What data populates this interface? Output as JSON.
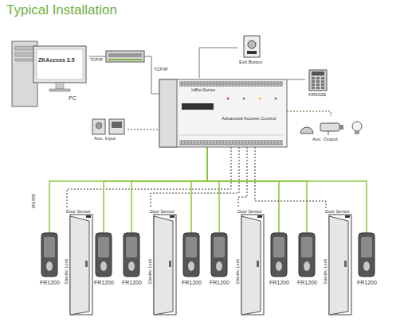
{
  "diagram": {
    "title": "Typical Installation",
    "nodes": [
      {
        "text": [
          "ZKAccess 3.5",
          "PC"
        ]
      },
      {
        "text": [
          "Exit Button"
        ]
      },
      {
        "text": [
          "KR602E"
        ]
      },
      {
        "text": [
          "InBio-Series",
          "Advanced Access Control"
        ]
      },
      {
        "text": [
          "Aux. Input"
        ]
      },
      {
        "text": [
          "Aux. Output"
        ]
      },
      {
        "text": [
          "FR1200"
        ]
      },
      {
        "text": [
          "Door Sensor",
          "Electric Lock"
        ]
      },
      {
        "text": [
          "FR1200"
        ]
      },
      {
        "text": [
          "FR1200"
        ]
      },
      {
        "text": [
          "Door Sensor",
          "Electric Lock"
        ]
      },
      {
        "text": [
          "FR1200"
        ]
      },
      {
        "text": [
          "FR1200"
        ]
      },
      {
        "text": [
          "Door Sensor",
          "Electric Lock"
        ]
      },
      {
        "text": [
          "FR1200"
        ]
      },
      {
        "text": [
          "FR1200"
        ]
      },
      {
        "text": [
          "Door Sensor",
          "Electric Lock"
        ]
      },
      {
        "text": [
          "FR1200"
        ]
      }
    ],
    "edges": [
      {
        "from": 0,
        "to": 3,
        "arrow": "none",
        "label": "TCP/IP"
      },
      {
        "from": 3,
        "to": 1,
        "arrow": "none"
      },
      {
        "from": 3,
        "to": 2,
        "arrow": "none"
      },
      {
        "from": 4,
        "to": 3,
        "arrow": "none"
      },
      {
        "from": 3,
        "to": 5,
        "arrow": "none"
      },
      {
        "from": 3,
        "to": 6,
        "arrow": "none"
      },
      {
        "from": 3,
        "to": 7,
        "arrow": "none"
      },
      {
        "from": 3,
        "to": 8,
        "arrow": "none"
      },
      {
        "from": 3,
        "to": 9,
        "arrow": "none"
      },
      {
        "from": 3,
        "to": 10,
        "arrow": "none"
      },
      {
        "from": 3,
        "to": 11,
        "arrow": "none"
      },
      {
        "from": 3,
        "to": 12,
        "arrow": "none"
      },
      {
        "from": 3,
        "to": 13,
        "arrow": "none"
      },
      {
        "from": 3,
        "to": 14,
        "arrow": "none"
      },
      {
        "from": 3,
        "to": 15,
        "arrow": "none"
      },
      {
        "from": 3,
        "to": 16,
        "arrow": "none"
      },
      {
        "from": 3,
        "to": 17,
        "arrow": "none"
      }
    ],
    "labels": [
      "TCP/IP",
      "RS485"
    ]
  }
}
